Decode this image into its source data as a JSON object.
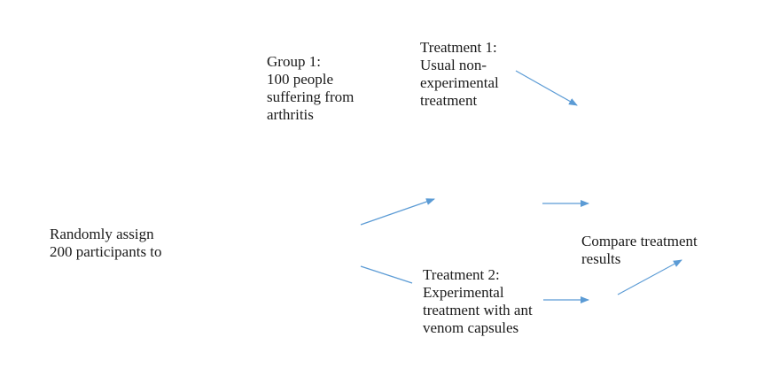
{
  "nodes": {
    "assign": {
      "lines": [
        "Randomly assign",
        "200 participants to"
      ]
    },
    "group1": {
      "lines": [
        "Group 1:",
        "100 people",
        "suffering from",
        "arthritis"
      ]
    },
    "treatment1": {
      "lines": [
        "Treatment 1:",
        "Usual non-",
        "experimental",
        "treatment"
      ]
    },
    "treatment2": {
      "lines": [
        "Treatment 2:",
        "Experimental",
        "treatment with ant",
        "venom capsules"
      ]
    },
    "compare": {
      "lines": [
        "Compare treatment",
        "results"
      ]
    }
  },
  "colors": {
    "arrow": "#5b9bd5",
    "text": "#1a1a1a"
  }
}
